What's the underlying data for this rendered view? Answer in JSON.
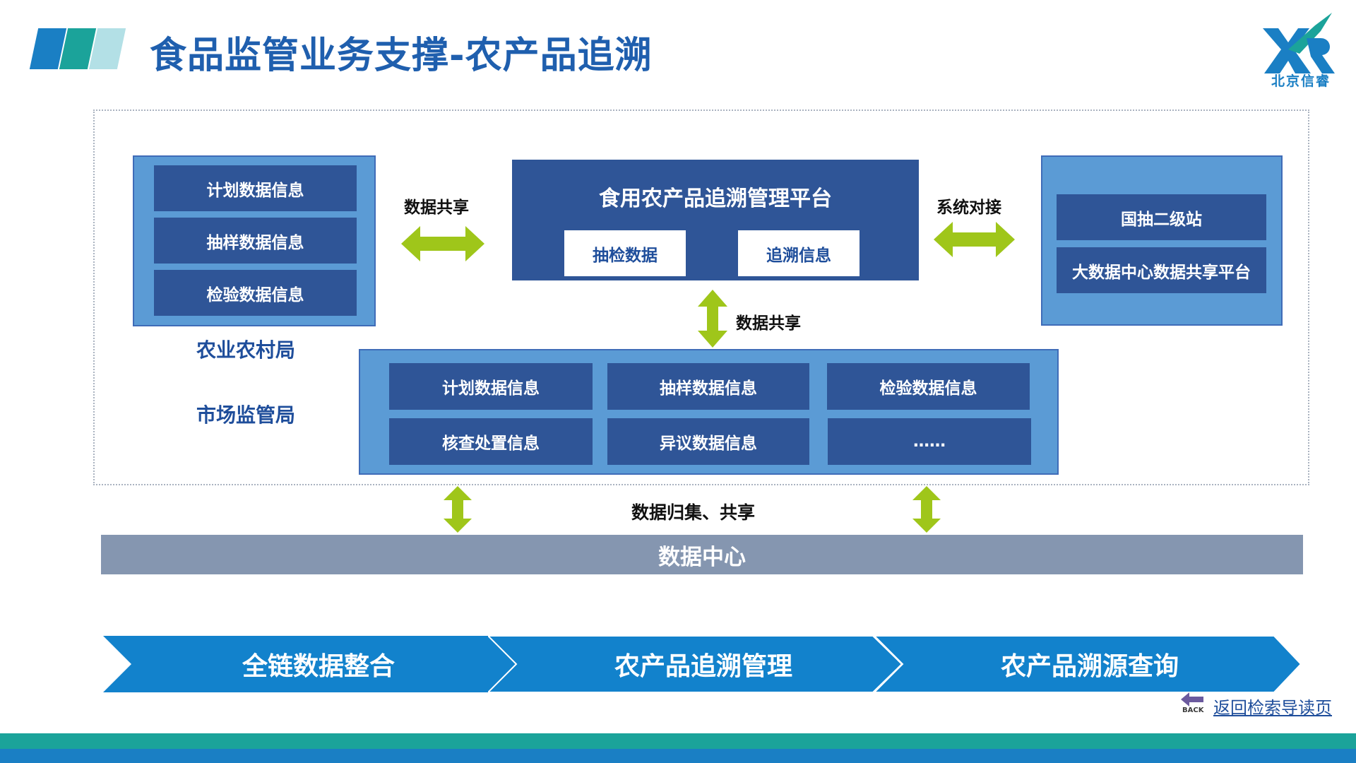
{
  "header": {
    "title": "食品监管业务支撑-农产品追溯",
    "logo_text": "北京信睿",
    "accent_colors": [
      "#1a7fc4",
      "#1ba39a",
      "#b3e0e6"
    ]
  },
  "left_panel": {
    "items": [
      "计划数据信息",
      "抽样数据信息",
      "检验数据信息"
    ],
    "dept": "农业农村局"
  },
  "platform": {
    "title": "食用农产品追溯管理平台",
    "items": [
      "抽检数据",
      "追溯信息"
    ]
  },
  "right_panel": {
    "items": [
      "国抽二级站",
      "大数据中心数据共享平台"
    ]
  },
  "center_panel": {
    "dept": "市场监管局",
    "row1": [
      "计划数据信息",
      "抽样数据信息",
      "检验数据信息"
    ],
    "row2": [
      "核查处置信息",
      "异议数据信息",
      "……"
    ]
  },
  "connectors": {
    "left_label": "数据共享",
    "right_label": "系统对接",
    "down_label": "数据共享",
    "collect_label": "数据归集、共享",
    "arrow_color": "#9fc61a"
  },
  "datacenter": {
    "label": "数据中心"
  },
  "process": {
    "steps": [
      "全链数据整合",
      "农产品追溯管理",
      "农产品溯源查询"
    ],
    "color": "#1282cc"
  },
  "footer": {
    "back_badge": "BACK",
    "back_link": "返回检索导读页"
  }
}
